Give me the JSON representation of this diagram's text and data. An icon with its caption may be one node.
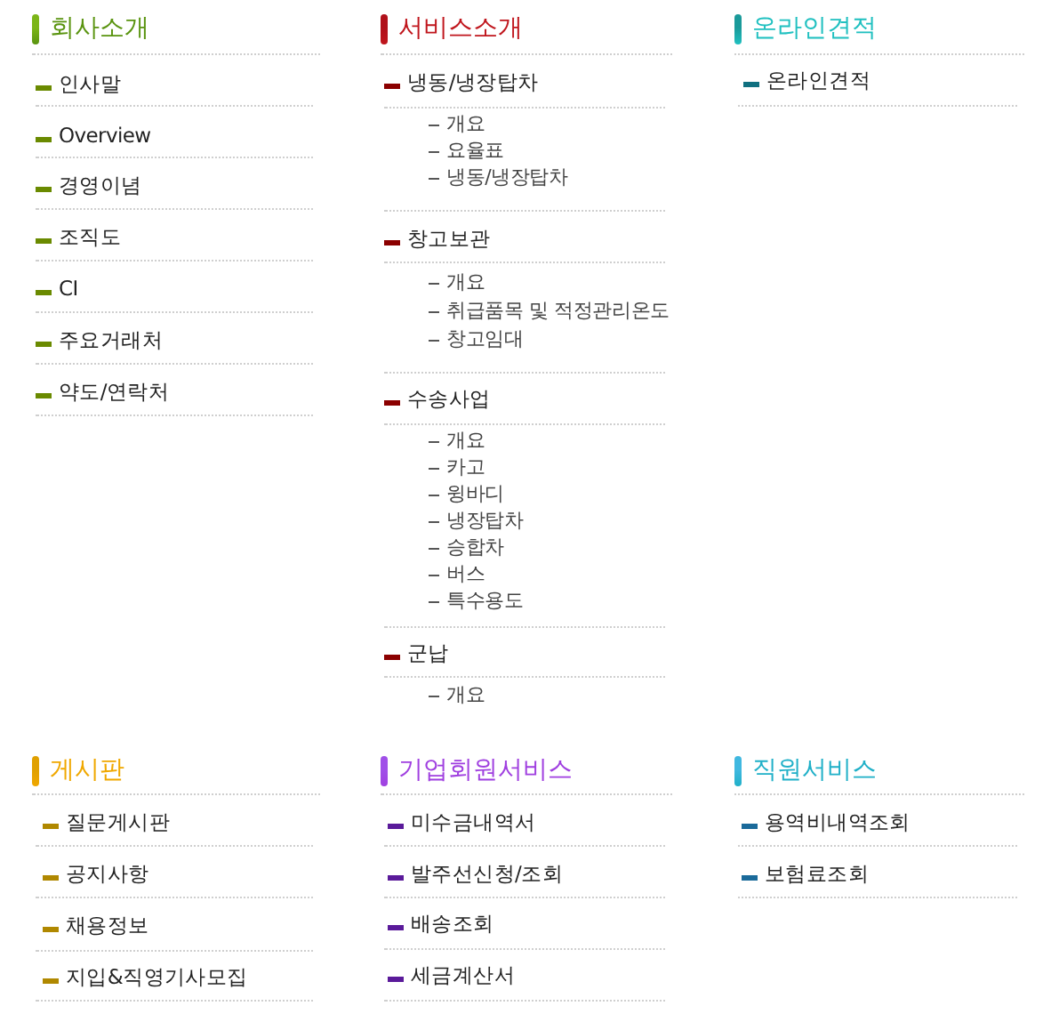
{
  "diagram": {
    "labels": [
      "회사소개",
      "인사말",
      "Overview",
      "경영이념",
      "조직도",
      "CI",
      "주요거래처",
      "약도/연락처",
      "서비스소개",
      "냉동/냉장탑차",
      "개요",
      "요율표",
      "냉동/냉장탑차",
      "창고보관",
      "개요",
      "취급품목 및 적정관리온도",
      "창고임대",
      "수송사업",
      "개요",
      "카고",
      "윙바디",
      "냉장탑차",
      "승합차",
      "버스",
      "특수용도",
      "군납",
      "개요",
      "온라인견적",
      "온라인견적",
      "게시판",
      "질문게시판",
      "공지사항",
      "채용정보",
      "지입&직영기사모집",
      "기업회원서비스",
      "미수금내역서",
      "발주선신청/조회",
      "배송조회",
      "세금계산서",
      "직원서비스",
      "용역비내역조회",
      "보험료조회"
    ]
  }
}
